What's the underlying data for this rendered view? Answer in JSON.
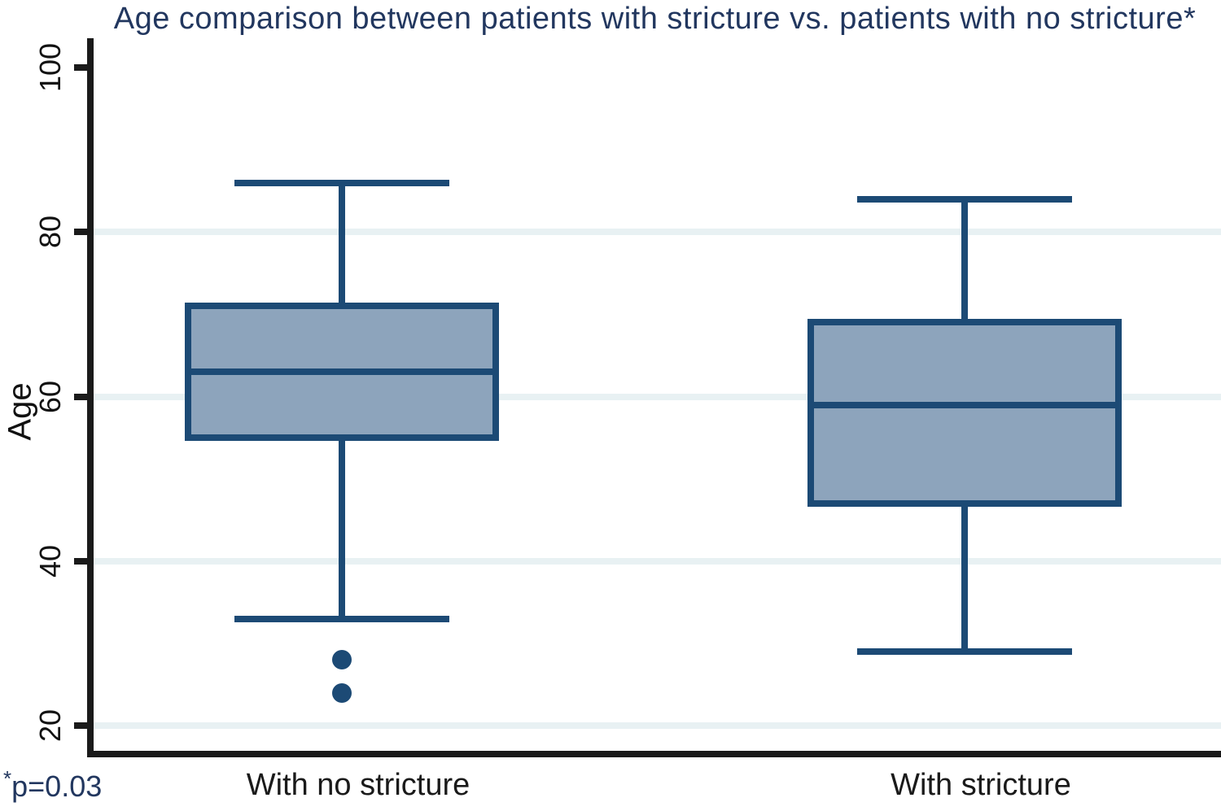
{
  "chart_data": {
    "type": "box",
    "title": "Age comparison between patients with stricture vs. patients with no stricture*",
    "xlabel": "",
    "ylabel": "Age",
    "footnote_star": "*",
    "footnote_text": "p=0.03",
    "ylim": [
      20,
      100
    ],
    "yticks": [
      100,
      80,
      60,
      40,
      20
    ],
    "gridlines_at": [
      80,
      60,
      40,
      20
    ],
    "grid": true,
    "legend_position": "none",
    "categories": [
      "With no stricture",
      "With stricture"
    ],
    "series": [
      {
        "name": "With no stricture",
        "whisker_low": 33,
        "q1": 55,
        "median": 63,
        "q3": 71,
        "whisker_high": 86,
        "outliers": [
          28,
          24
        ]
      },
      {
        "name": "With stricture",
        "whisker_low": 29,
        "q1": 47,
        "median": 59,
        "q3": 69,
        "whisker_high": 84,
        "outliers": []
      }
    ],
    "colors": {
      "box_fill": "#8da4bc",
      "box_border": "#1c4a75",
      "outlier": "#1c4a75",
      "title_text": "#22375f",
      "footnote_text_color": "#22375f",
      "axis_line": "#1a1a1a",
      "gridline": "#e8f1f3",
      "tick_label": "#111111",
      "category_label": "#1a1a1a",
      "background": "#ffffff"
    }
  }
}
